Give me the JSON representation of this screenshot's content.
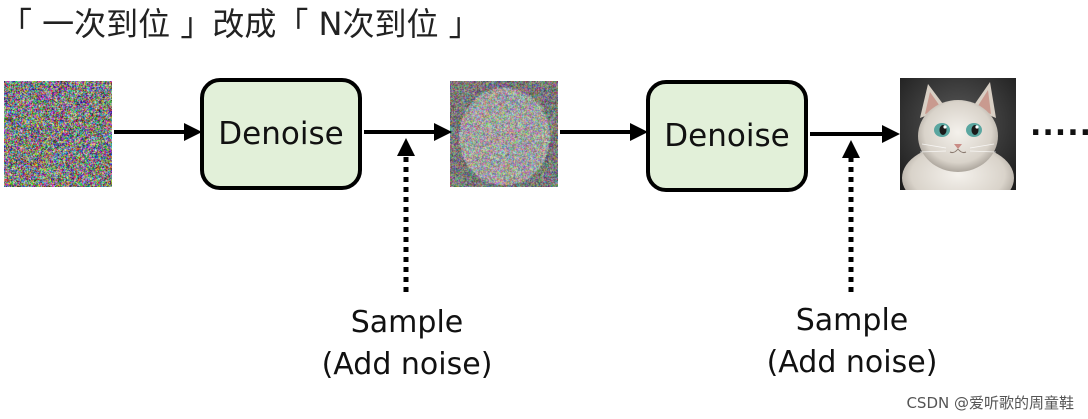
{
  "title": "「 一次到位 」改成「 N次到位 」",
  "steps": {
    "denoise_1": "Denoise",
    "denoise_2": "Denoise"
  },
  "samples": [
    {
      "line1": "Sample",
      "line2": "(Add noise)"
    },
    {
      "line1": "Sample",
      "line2": "(Add noise)"
    }
  ],
  "ellipsis": "......",
  "watermark": "CSDN @爱听歌的周童鞋",
  "colors": {
    "box_fill": "#e2f0d9",
    "box_border": "#000000",
    "arrow": "#000000"
  },
  "images": {
    "pure_noise": "noise-image",
    "noisy_cat": "noisy-cat-image",
    "clean_cat": "cat-image"
  }
}
